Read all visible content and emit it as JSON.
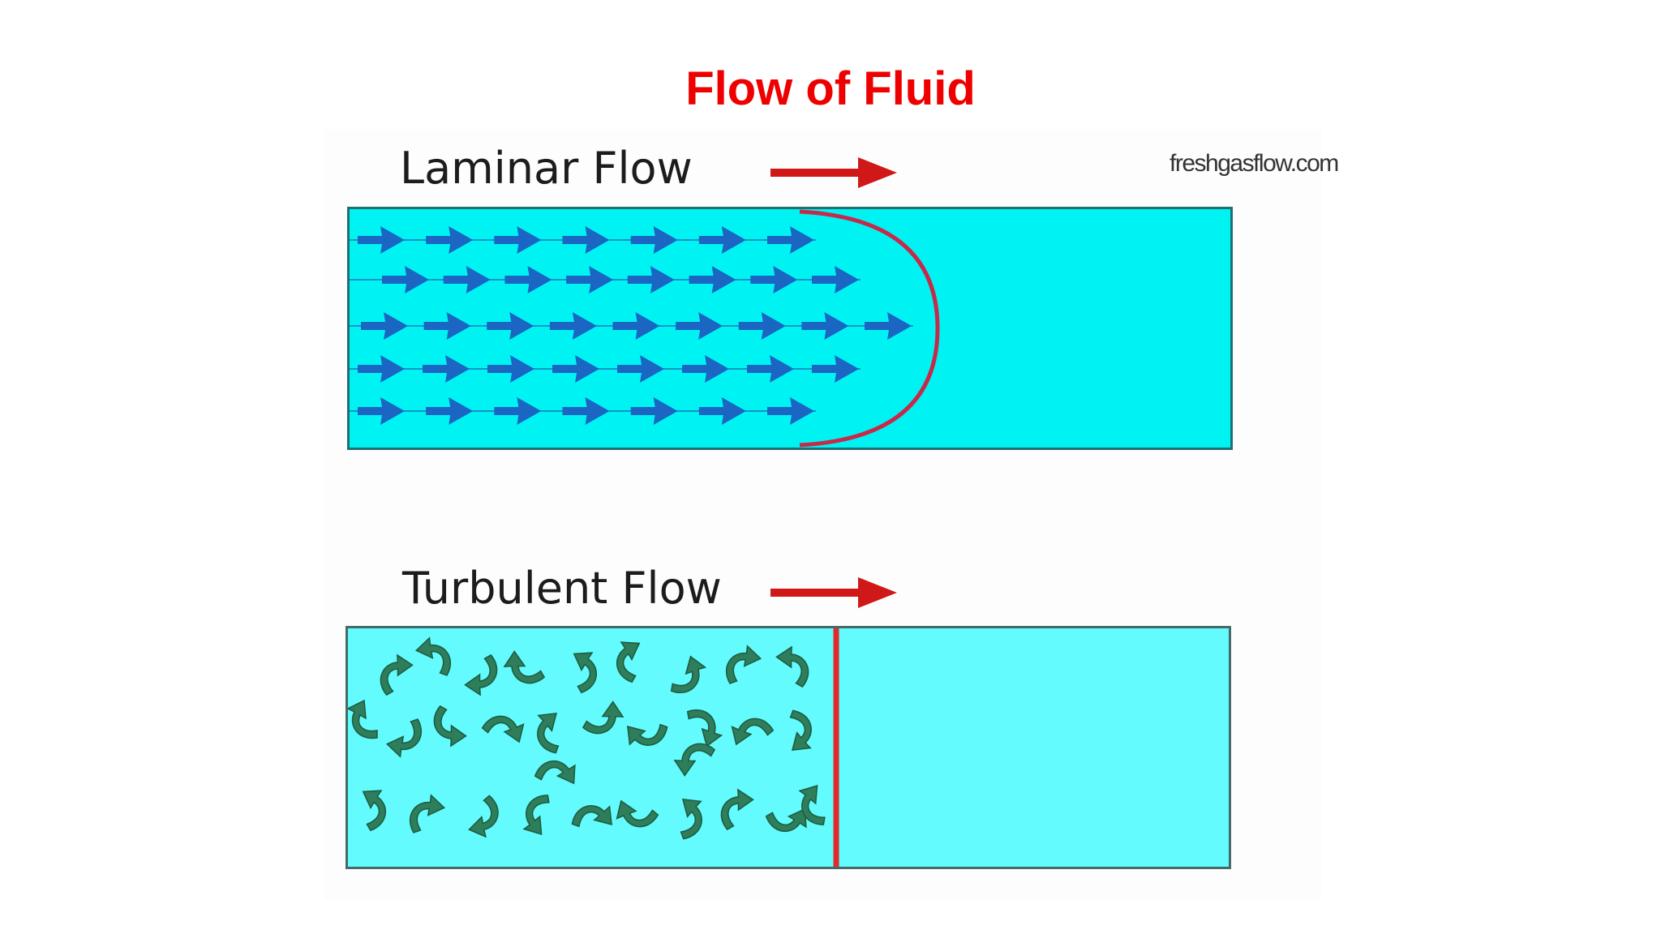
{
  "slide": {
    "title": "Flow of Fluid"
  },
  "figure": {
    "source_label": "freshgasflow.com",
    "laminar": {
      "label": "Laminar Flow",
      "direction_icon": "right-arrow-icon",
      "front_shape": "parabolic",
      "fluid_color": "#00f3f3",
      "stream_arrow_color": "#1a66c2",
      "front_color": "#c62a4a"
    },
    "turbulent": {
      "label": "Turbulent Flow",
      "direction_icon": "right-arrow-icon",
      "front_shape": "flat",
      "fluid_color": "#63fbfd",
      "eddy_arrow_color": "#2e7d5b",
      "front_color": "#e02b2b"
    },
    "direction_arrow_color": "#d01818"
  }
}
